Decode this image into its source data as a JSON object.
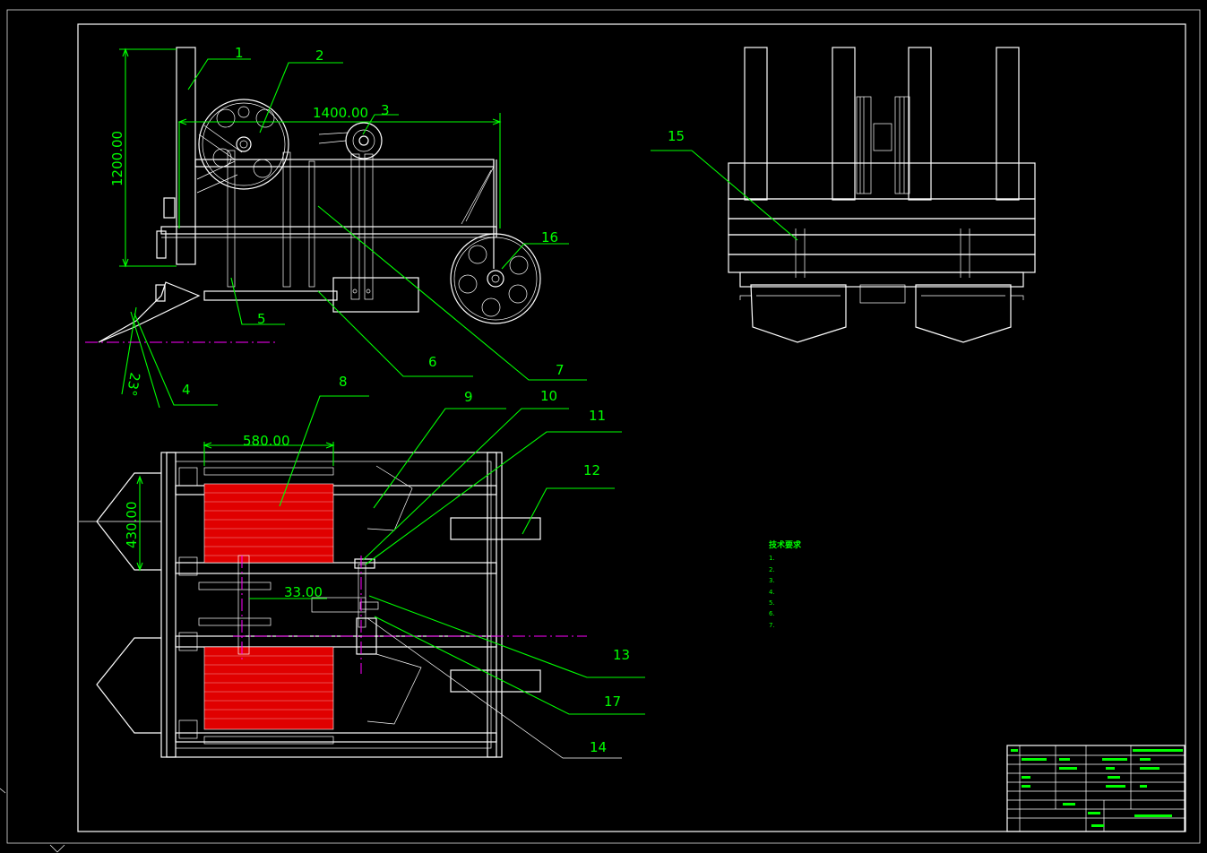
{
  "drawing": {
    "part_labels": [
      "1",
      "2",
      "3",
      "4",
      "5",
      "6",
      "7",
      "8",
      "9",
      "10",
      "11",
      "12",
      "13",
      "14",
      "15",
      "16",
      "17"
    ],
    "dimensions": {
      "length": "1400.00",
      "height": "1200.00",
      "angle": "23°",
      "roller_length": "580.00",
      "width": "430.00",
      "offset": "33.00"
    },
    "notes": {
      "title": "技术要求",
      "lines": [
        "1.",
        "2.",
        "3.",
        "4.",
        "5.",
        "6.",
        "7.",
        ""
      ]
    }
  },
  "colors": {
    "background": "#000000",
    "linework": "#ffffff",
    "annotation": "#00ff00",
    "centerline": "#ff00ff",
    "rollers": "#e00000"
  }
}
